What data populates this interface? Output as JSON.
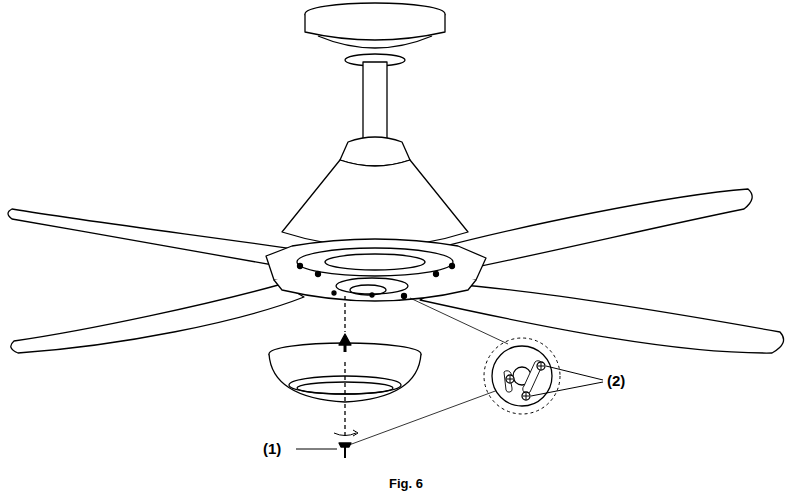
{
  "diagram": {
    "caption": "Fig. 6",
    "labels": [
      "(1)",
      "(2)"
    ]
  }
}
